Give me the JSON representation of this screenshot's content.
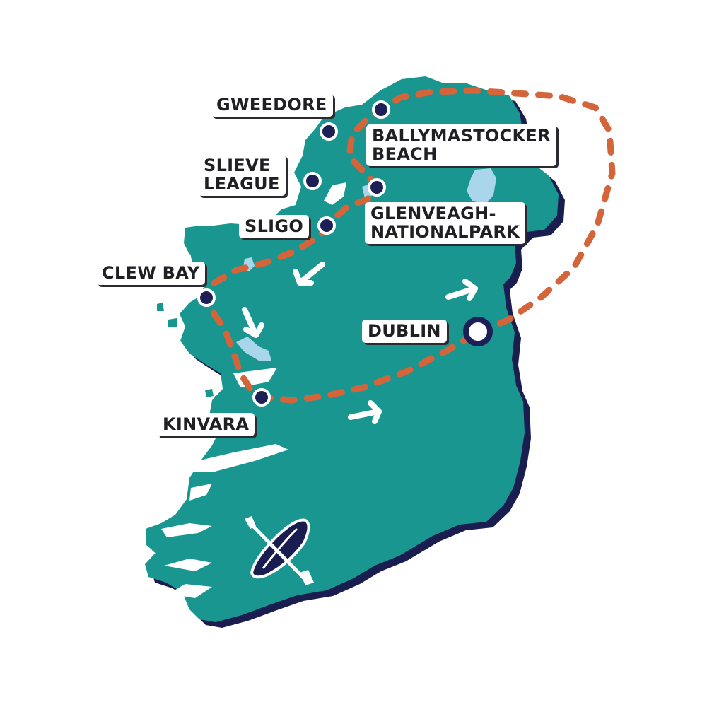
{
  "colors": {
    "land": "#1a9690",
    "outline": "#191d4f",
    "route": "#d4653a",
    "water": "#a9d6ea",
    "marker": "#1d2057",
    "label_bg": "#ffffff",
    "label_text": "#1f1f24",
    "arrow": "#ffffff"
  },
  "locations": {
    "gweedore": {
      "label": "GWEEDORE"
    },
    "ballymastocker": {
      "line1": "BALLYMASTOCKER",
      "line2": "BEACH"
    },
    "slieve_league": {
      "line1": "SLIEVE",
      "line2": "LEAGUE"
    },
    "glenveagh": {
      "line1": "GLENVEAGH-",
      "line2": "NATIONALPARK"
    },
    "sligo": {
      "label": "SLIGO"
    },
    "clew_bay": {
      "label": "CLEW BAY"
    },
    "dublin": {
      "label": "DUBLIN"
    },
    "kinvara": {
      "label": "KINVARA"
    }
  },
  "icons": {
    "activity": "kayak-paddle-icon",
    "direction": "direction-arrow-icon"
  }
}
